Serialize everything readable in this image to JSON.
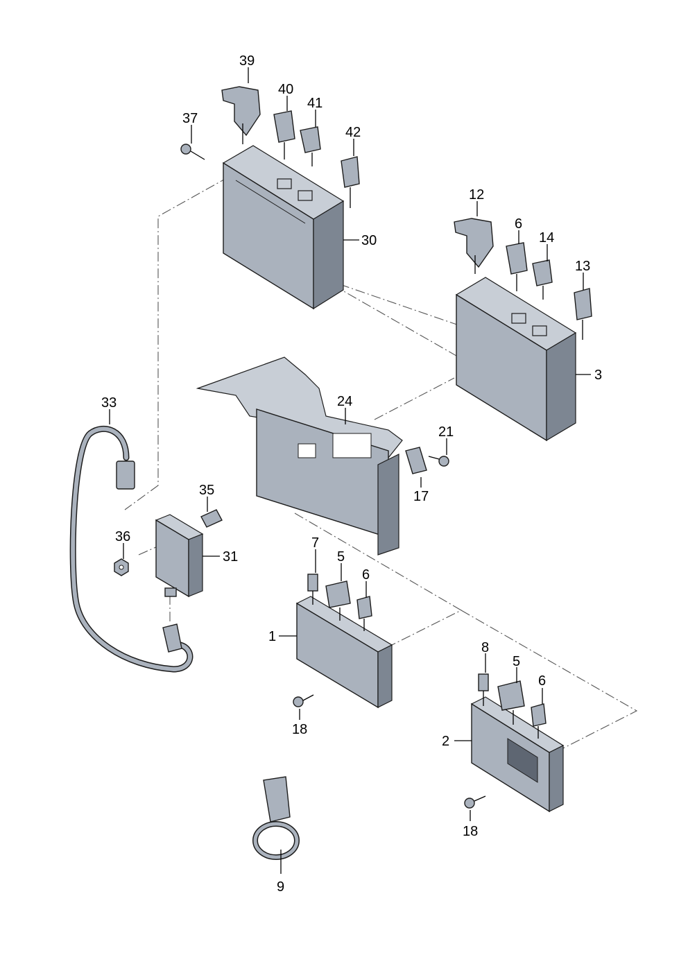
{
  "callouts": {
    "c39": "39",
    "c40": "40",
    "c41": "41",
    "c37": "37",
    "c42": "42",
    "c30": "30",
    "c12": "12",
    "c6a": "6",
    "c14": "14",
    "c13": "13",
    "c3": "3",
    "c33": "33",
    "c24": "24",
    "c21": "21",
    "c17": "17",
    "c35": "35",
    "c36": "36",
    "c31": "31",
    "c7": "7",
    "c5a": "5",
    "c6b": "6",
    "c1": "1",
    "c18a": "18",
    "c8": "8",
    "c5b": "5",
    "c6c": "6",
    "c2": "2",
    "c18b": "18",
    "c9": "9"
  }
}
